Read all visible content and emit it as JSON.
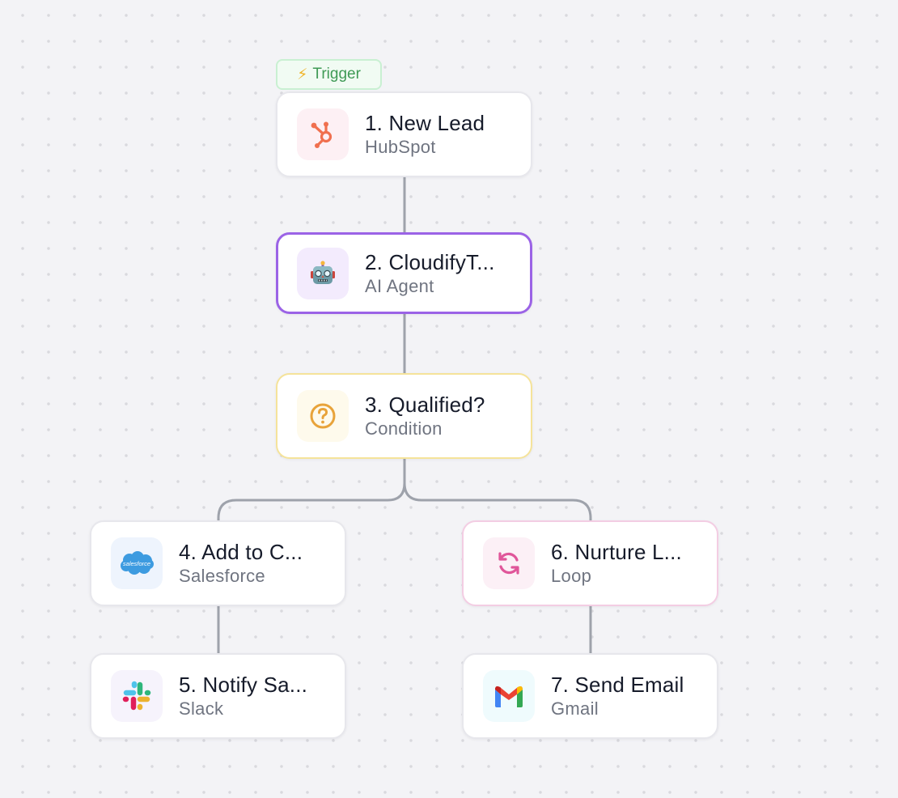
{
  "canvas": {
    "background": "#f3f3f6",
    "dot_color": "#d9d9de",
    "edge_color": "#9ea2ab"
  },
  "trigger_badge": {
    "icon": "lightning-bolt-icon",
    "label": "Trigger",
    "color": "#3f9a55"
  },
  "nodes": [
    {
      "id": 1,
      "title": "1. New Lead",
      "subtitle": "HubSpot",
      "icon": "hubspot-icon",
      "icon_bg": "#fdf0f4",
      "state": "default"
    },
    {
      "id": 2,
      "title": "2. CloudifyT...",
      "subtitle": "AI Agent",
      "icon": "robot-icon",
      "icon_bg": "#f3ebfd",
      "state": "selected",
      "accent": "#9b63e6"
    },
    {
      "id": 3,
      "title": "3. Qualified?",
      "subtitle": "Condition",
      "icon": "question-circle-icon",
      "icon_bg": "#fefaec",
      "state": "condition",
      "accent": "#e8a33a"
    },
    {
      "id": 4,
      "title": "4. Add to C...",
      "subtitle": "Salesforce",
      "icon": "salesforce-icon",
      "icon_bg": "#eef4fd",
      "state": "default",
      "logo_text": "salesforce"
    },
    {
      "id": 5,
      "title": "5. Notify Sa...",
      "subtitle": "Slack",
      "icon": "slack-icon",
      "icon_bg": "#f6f3fc",
      "state": "default"
    },
    {
      "id": 6,
      "title": "6. Nurture L...",
      "subtitle": "Loop",
      "icon": "loop-arrows-icon",
      "icon_bg": "#fcf0f6",
      "state": "loop",
      "accent": "#e0569a"
    },
    {
      "id": 7,
      "title": "7. Send Email",
      "subtitle": "Gmail",
      "icon": "gmail-icon",
      "icon_bg": "#effbfd",
      "state": "default"
    }
  ],
  "edges": [
    {
      "from": 1,
      "to": 2
    },
    {
      "from": 2,
      "to": 3
    },
    {
      "from": 3,
      "to": 4
    },
    {
      "from": 3,
      "to": 6
    },
    {
      "from": 4,
      "to": 5
    },
    {
      "from": 6,
      "to": 7
    }
  ]
}
